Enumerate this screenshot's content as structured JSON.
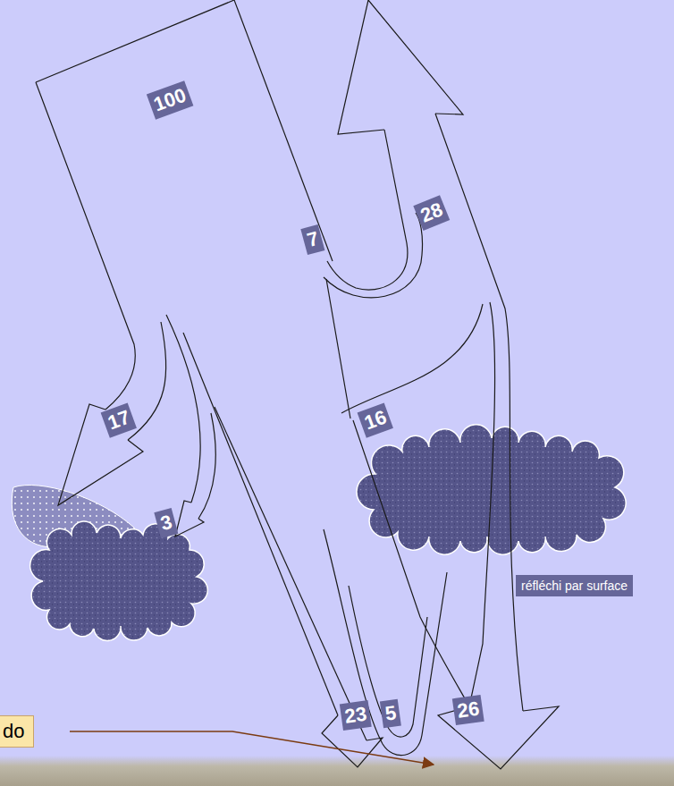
{
  "diagram": {
    "labels": [
      "100",
      "7",
      "28",
      "17",
      "16",
      "3",
      "23",
      "5",
      "26",
      "réfléchi par surface",
      "do"
    ]
  }
}
